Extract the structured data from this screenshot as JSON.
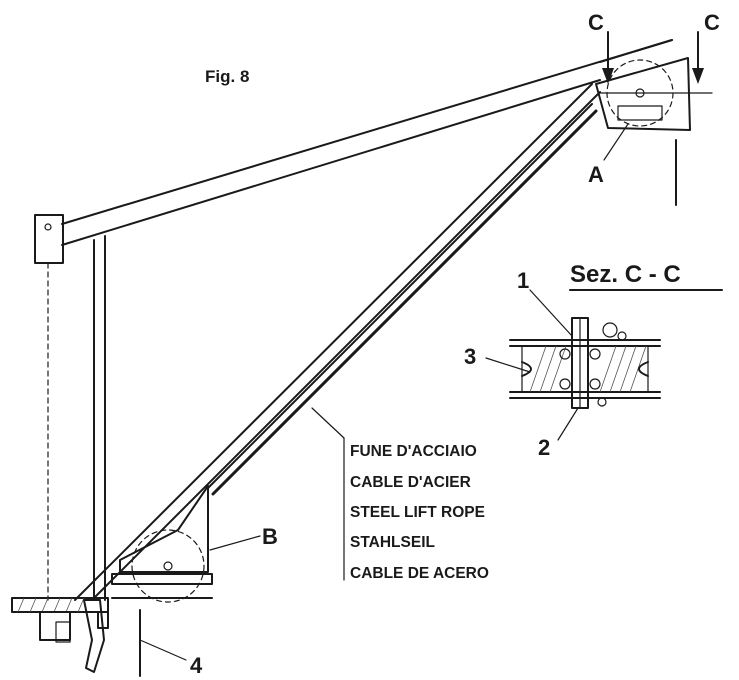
{
  "figure_label": "Fig. 8",
  "section_title": "Sez. C - C",
  "section_markers": {
    "left": "C",
    "right": "C"
  },
  "labels": {
    "a": "A",
    "b": "B",
    "one": "1",
    "two": "2",
    "three": "3",
    "four": "4"
  },
  "rope_caption": [
    "FUNE D'ACCIAIO",
    "CABLE D'ACIER",
    "STEEL LIFT ROPE",
    "STAHLSEIL",
    "CABLE DE ACERO"
  ]
}
